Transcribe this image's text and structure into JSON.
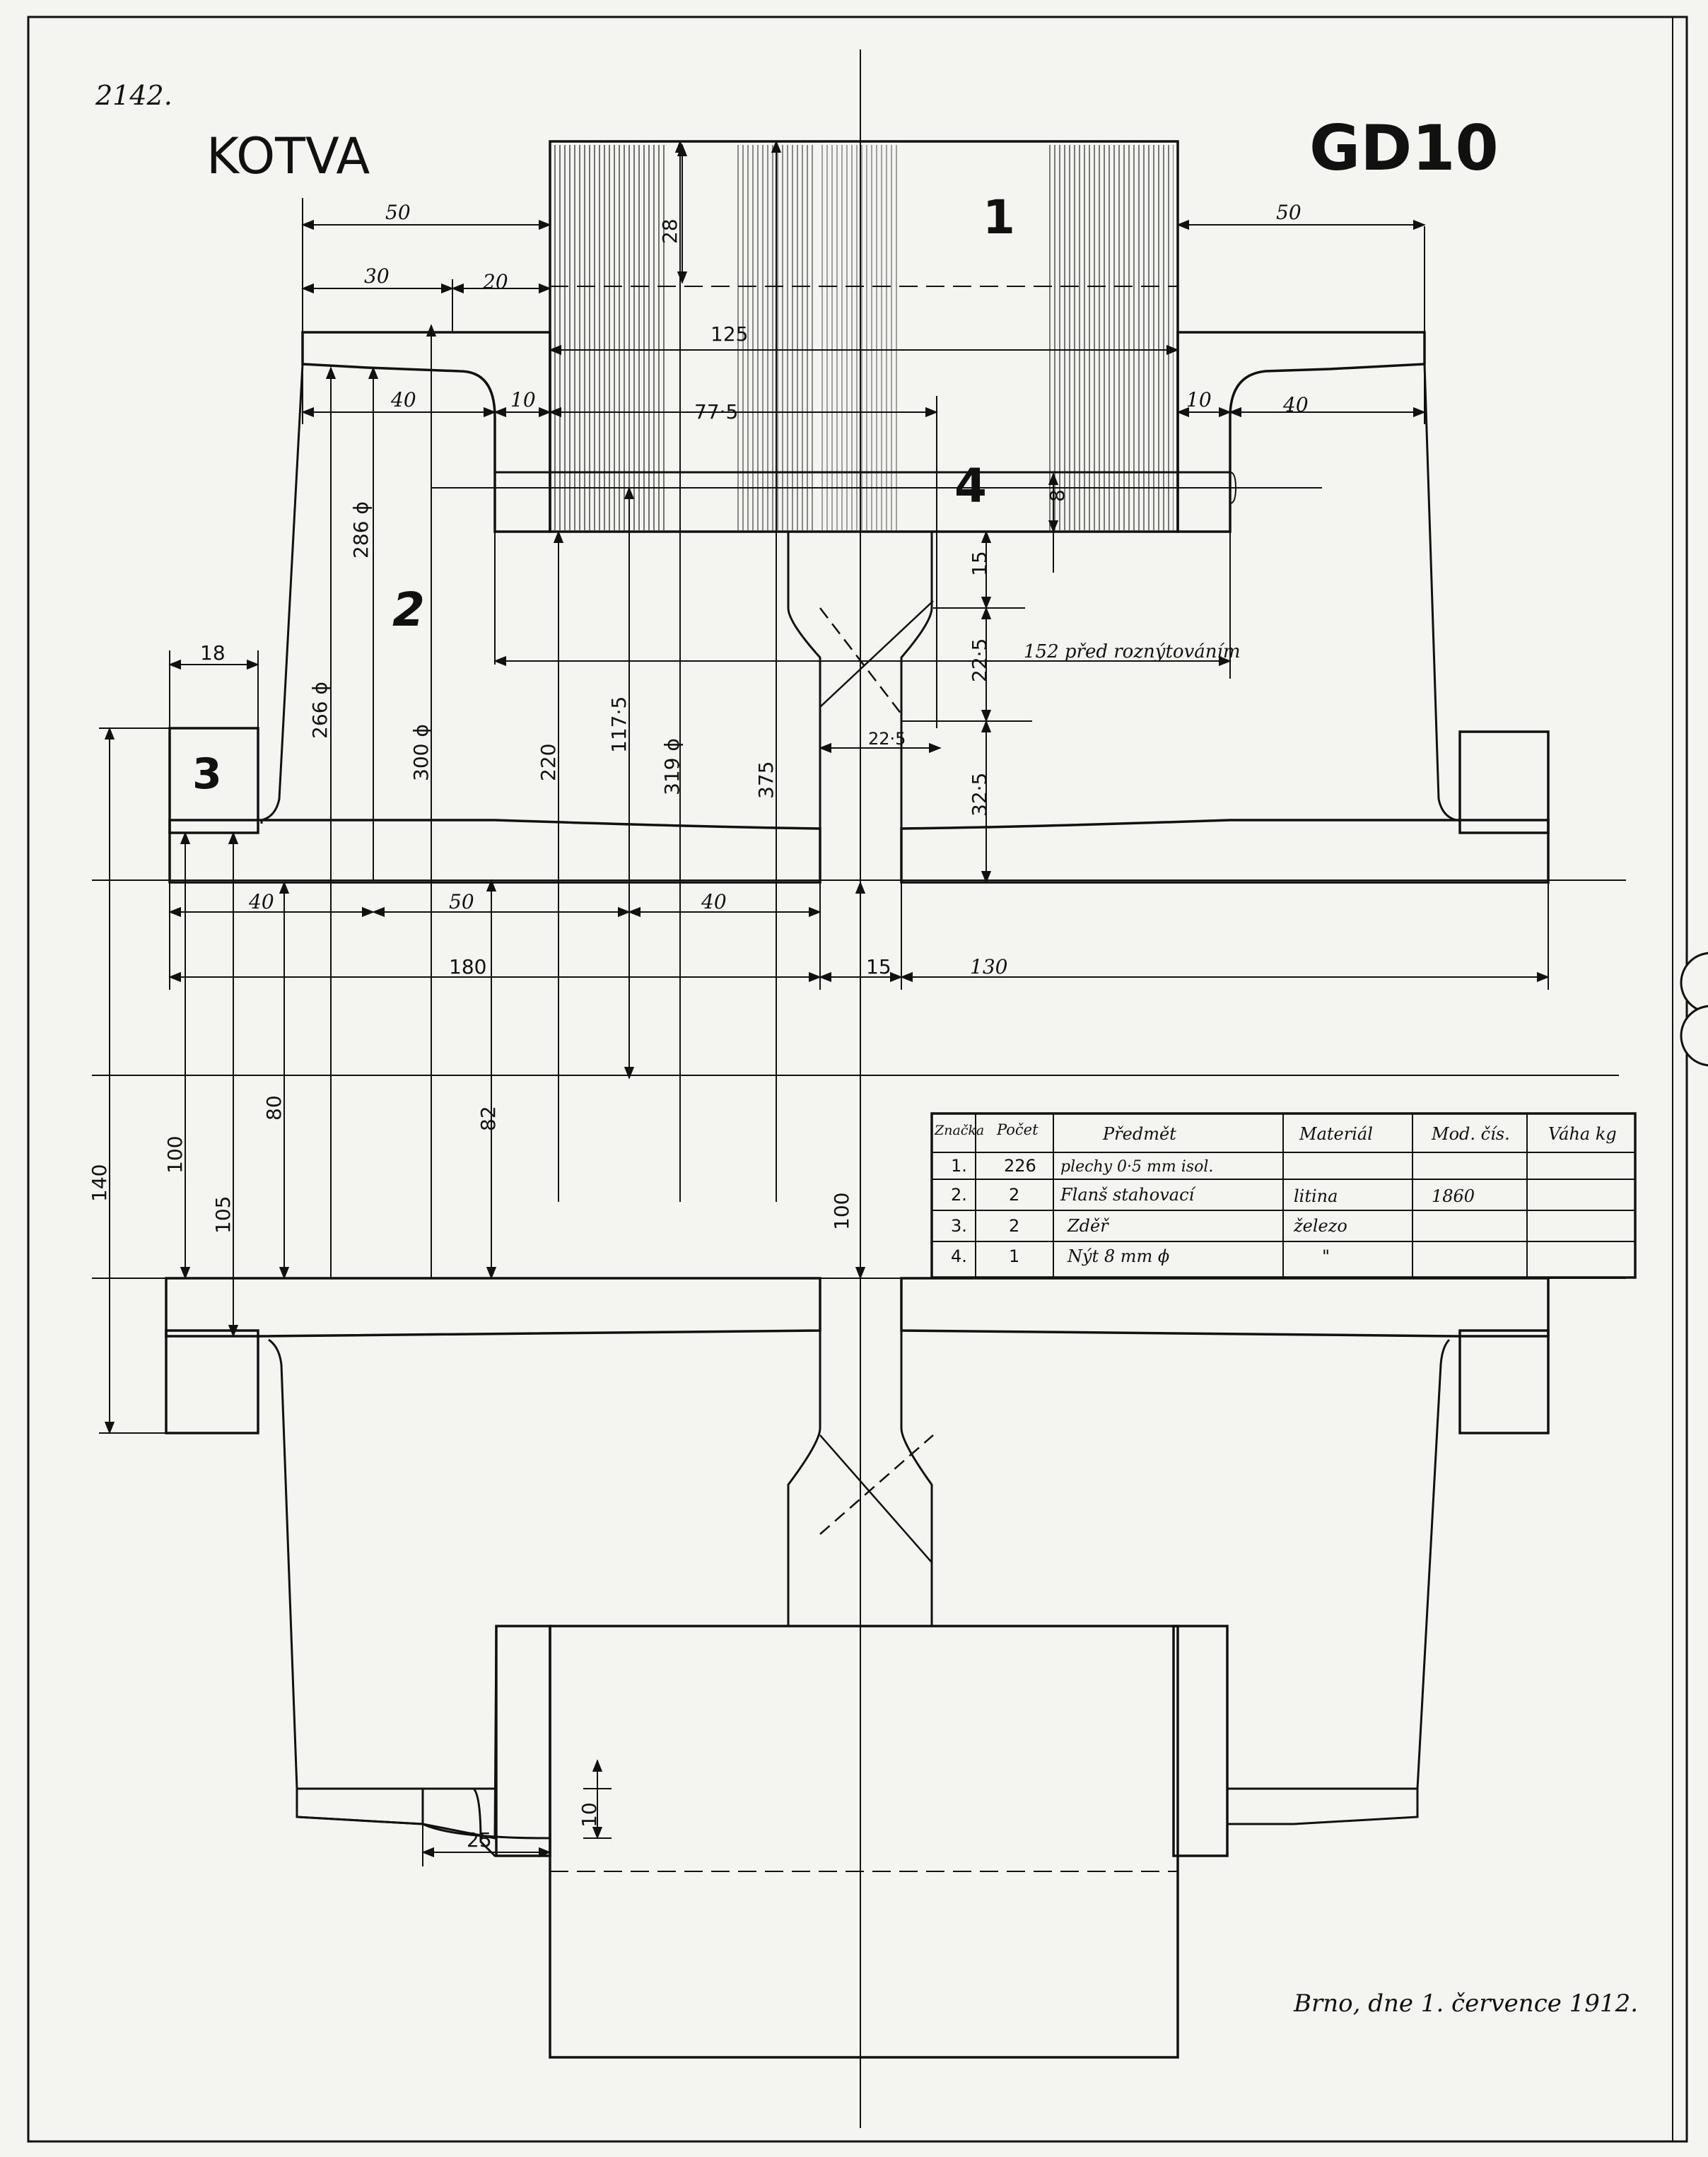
{
  "drawing": {
    "number": "2142.",
    "title": "KOTVA",
    "model": "GD10",
    "date_line": "Brno, dne 1. července 1912."
  },
  "part_labels": [
    "1",
    "2",
    "3",
    "4"
  ],
  "dimensions": {
    "top_left_50": "50",
    "top_left_30": "30",
    "top_left_20": "20",
    "top_right_50": "50",
    "height_28": "28",
    "width_125": "125",
    "left_40": "40",
    "left_10": "10",
    "width_77_5": "77·5",
    "right_10": "10",
    "right_40": "40",
    "rivet_8": "8",
    "vert_15": "15",
    "vert_22_5": "22·5",
    "vert_32_5": "32·5",
    "width_22_5": "22·5",
    "rivet_length_note": "152 před roznýtováním",
    "left_18": "18",
    "dia_286": "286 ϕ",
    "dia_266": "266 ϕ",
    "dia_300": "300 ϕ",
    "dia_220": "220",
    "dia_117_5": "117·5",
    "dia_319": "319 ϕ",
    "dia_375": "375",
    "bottom_40a": "40",
    "bottom_50": "50",
    "bottom_40b": "40",
    "bottom_180": "180",
    "bottom_15": "15",
    "bottom_130": "130",
    "h_140": "140",
    "h_100a": "100",
    "h_105": "105",
    "h_80": "80",
    "h_82": "82",
    "h_100b": "100",
    "low_25": "25",
    "low_10": "10"
  },
  "parts_table": {
    "headers": [
      "Značka",
      "Počet",
      "Předmět",
      "Materiál",
      "Mod. čís.",
      "Váha kg"
    ],
    "rows": [
      [
        "1.",
        "226",
        "plechy 0·5 mm isol.",
        "",
        "",
        ""
      ],
      [
        "2.",
        "2",
        "Flanš stahovací",
        "litina",
        "1860",
        ""
      ],
      [
        "3.",
        "2",
        "Zděř",
        "železo",
        "",
        ""
      ],
      [
        "4.",
        "1",
        "Nýt 8 mm ϕ",
        "\"",
        "",
        ""
      ]
    ]
  }
}
